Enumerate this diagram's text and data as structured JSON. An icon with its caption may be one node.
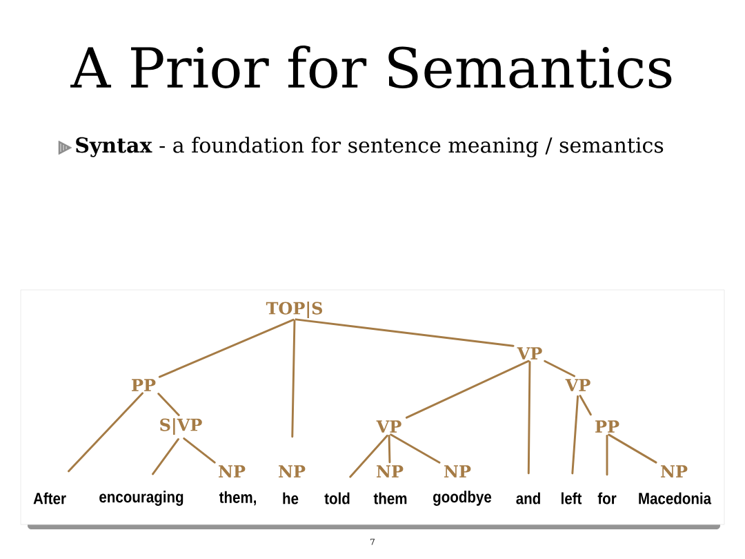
{
  "diagram": {
    "title": "A Prior for Semantics",
    "nodes": [
      {
        "text": [
          "TOP|S"
        ]
      },
      {
        "text": [
          "VP"
        ]
      },
      {
        "text": [
          "PP"
        ]
      },
      {
        "text": [
          "VP"
        ]
      },
      {
        "text": [
          "S|VP"
        ]
      },
      {
        "text": [
          "VP"
        ]
      },
      {
        "text": [
          "PP"
        ]
      },
      {
        "text": [
          "NP"
        ]
      },
      {
        "text": [
          "NP"
        ]
      },
      {
        "text": [
          "NP"
        ]
      },
      {
        "text": [
          "NP"
        ]
      },
      {
        "text": [
          "NP"
        ]
      },
      {
        "text": [
          "After"
        ]
      },
      {
        "text": [
          "encouraging"
        ]
      },
      {
        "text": [
          "told"
        ]
      },
      {
        "text": [
          "and"
        ]
      },
      {
        "text": [
          "left"
        ]
      },
      {
        "text": [
          "for"
        ]
      }
    ],
    "edges": [
      {
        "from": 0,
        "to": 2,
        "arrow": "none"
      },
      {
        "from": 0,
        "to": 8,
        "arrow": "none"
      },
      {
        "from": 0,
        "to": 1,
        "arrow": "none"
      },
      {
        "from": 2,
        "to": 12,
        "arrow": "none"
      },
      {
        "from": 2,
        "to": 4,
        "arrow": "none"
      },
      {
        "from": 4,
        "to": 13,
        "arrow": "none"
      },
      {
        "from": 4,
        "to": 7,
        "arrow": "none"
      },
      {
        "from": 1,
        "to": 5,
        "arrow": "none"
      },
      {
        "from": 1,
        "to": 15,
        "arrow": "none"
      },
      {
        "from": 1,
        "to": 3,
        "arrow": "none"
      },
      {
        "from": 5,
        "to": 14,
        "arrow": "none"
      },
      {
        "from": 5,
        "to": 9,
        "arrow": "none"
      },
      {
        "from": 5,
        "to": 10,
        "arrow": "none"
      },
      {
        "from": 3,
        "to": 16,
        "arrow": "none"
      },
      {
        "from": 3,
        "to": 6,
        "arrow": "none"
      },
      {
        "from": 6,
        "to": 17,
        "arrow": "none"
      },
      {
        "from": 6,
        "to": 11,
        "arrow": "none"
      }
    ],
    "labels": [
      "**Syntax** - a foundation for sentence meaning / semantics",
      "them,",
      "he",
      "them",
      "goodbye",
      "Macedonia",
      "7"
    ]
  }
}
